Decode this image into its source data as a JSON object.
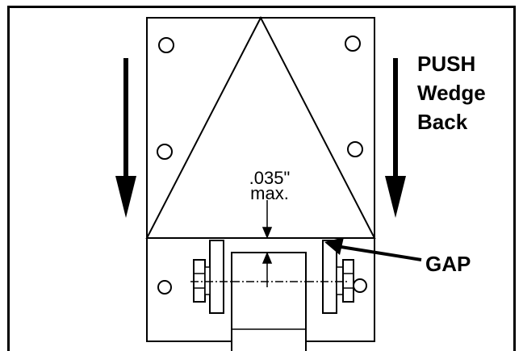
{
  "labels": {
    "push_line1": "PUSH",
    "push_line2": "Wedge",
    "push_line3": "Back",
    "gap_value": ".035\"",
    "gap_max": "max.",
    "gap_label": "GAP"
  },
  "colors": {
    "line": "#000000",
    "background": "#ffffff"
  }
}
